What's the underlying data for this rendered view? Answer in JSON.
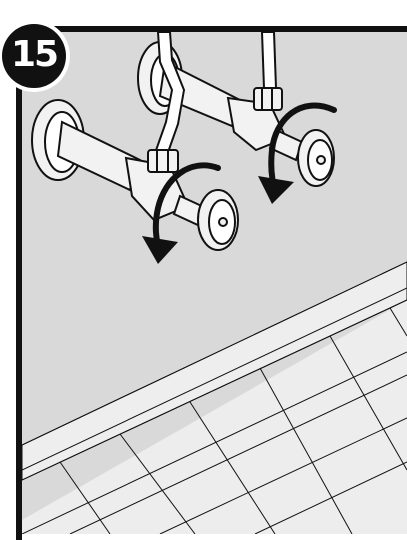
{
  "step": {
    "number": "15"
  },
  "icons": {
    "left_arrow": "counterclockwise-rotation-arrow",
    "right_arrow": "counterclockwise-rotation-arrow",
    "valve": "shutoff-valve",
    "supply_line": "water-supply-line"
  },
  "colors": {
    "wall": "#d9d9d9",
    "line": "#111111",
    "frame": "#111111",
    "badge": "#111111",
    "badge_text": "#ffffff",
    "metal": "#f2f2f2"
  }
}
